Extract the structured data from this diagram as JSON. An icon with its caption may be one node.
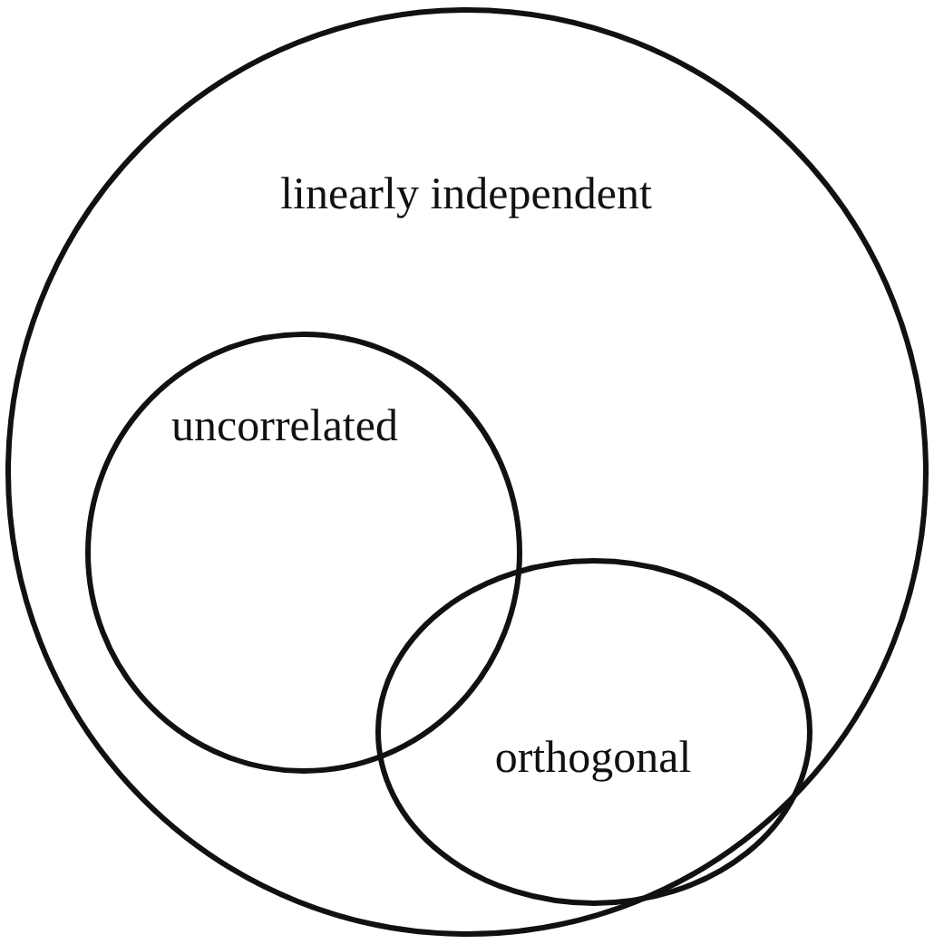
{
  "diagram": {
    "nodes": [
      {
        "text": [
          "linearly independent"
        ]
      },
      {
        "text": [
          "uncorrelated"
        ],
        "in": 0
      },
      {
        "text": [
          "orthogonal"
        ],
        "in": 0
      }
    ]
  }
}
